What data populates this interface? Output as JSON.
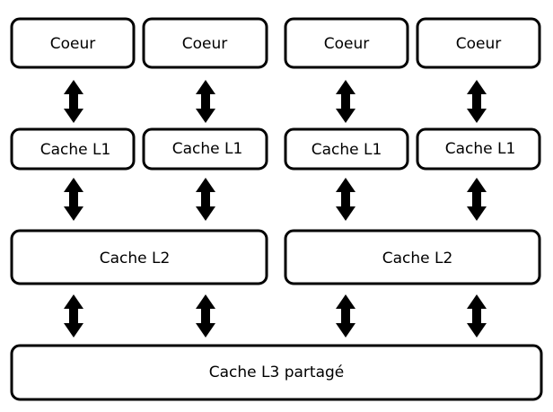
{
  "diagram": {
    "cores": [
      "Coeur",
      "Coeur",
      "Coeur",
      "Coeur"
    ],
    "l1_caches": [
      "Cache L1",
      "Cache L1",
      "Cache L1",
      "Cache L1"
    ],
    "l2_caches": [
      "Cache L2",
      "Cache L2"
    ],
    "l3_cache": "Cache L3 partagé"
  },
  "colors": {
    "stroke": "#000000",
    "fill": "#ffffff"
  }
}
